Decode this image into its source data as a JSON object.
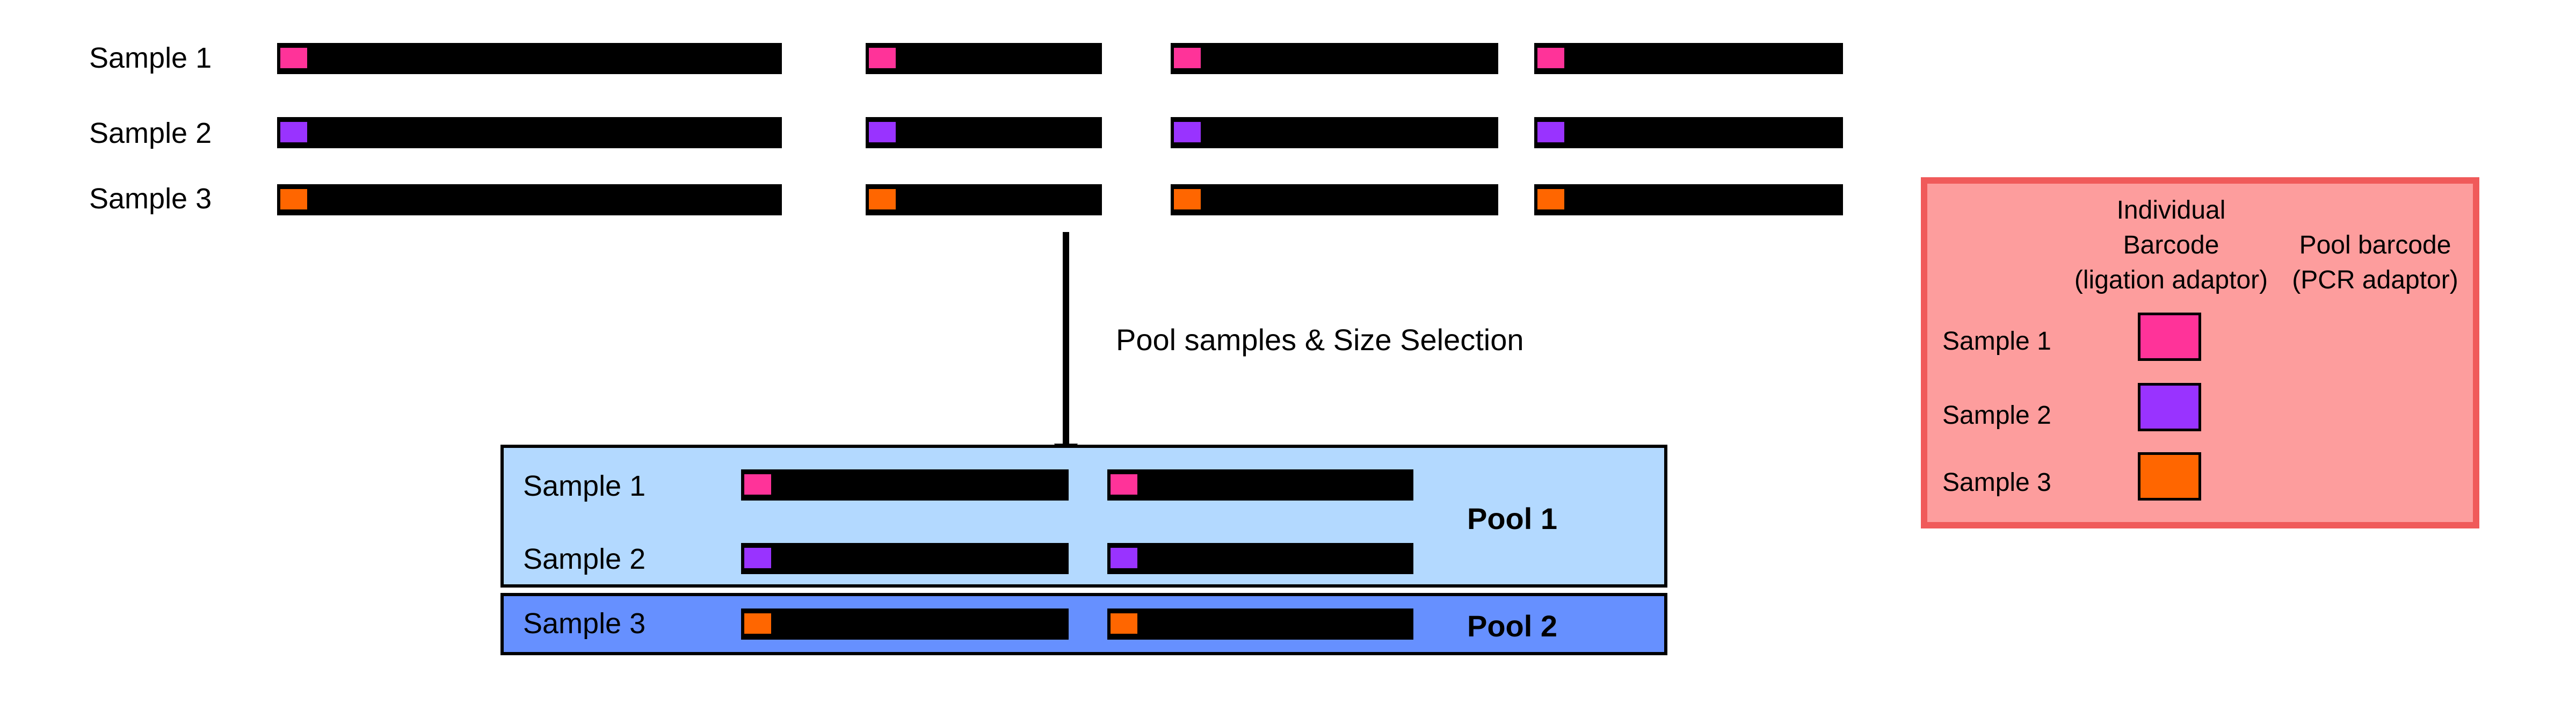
{
  "top": {
    "samples": [
      {
        "label": "Sample 1",
        "barcode_color": "#ff3399"
      },
      {
        "label": "Sample 2",
        "barcode_color": "#9933ff"
      },
      {
        "label": "Sample 3",
        "barcode_color": "#ff6600"
      }
    ]
  },
  "arrow_label": "Pool samples & Size Selection",
  "pools": {
    "pool1": {
      "title": "Pool 1",
      "background": "#b3d9ff",
      "samples": [
        {
          "label": "Sample 1",
          "barcode_color": "#ff3399"
        },
        {
          "label": "Sample 2",
          "barcode_color": "#9933ff"
        }
      ]
    },
    "pool2": {
      "title": "Pool 2",
      "background": "#6690ff",
      "samples": [
        {
          "label": "Sample 3",
          "barcode_color": "#ff6600"
        }
      ]
    }
  },
  "legend": {
    "background": "#fd9d9d",
    "border_color": "#f05a5a",
    "col1_header": "Individual\nBarcode\n(ligation adaptor)",
    "col2_header": "Pool barcode\n(PCR adaptor)",
    "rows": [
      {
        "label": "Sample 1",
        "color": "#ff3399"
      },
      {
        "label": "Sample 2",
        "color": "#9933ff"
      },
      {
        "label": "Sample 3",
        "color": "#ff6600"
      }
    ]
  }
}
